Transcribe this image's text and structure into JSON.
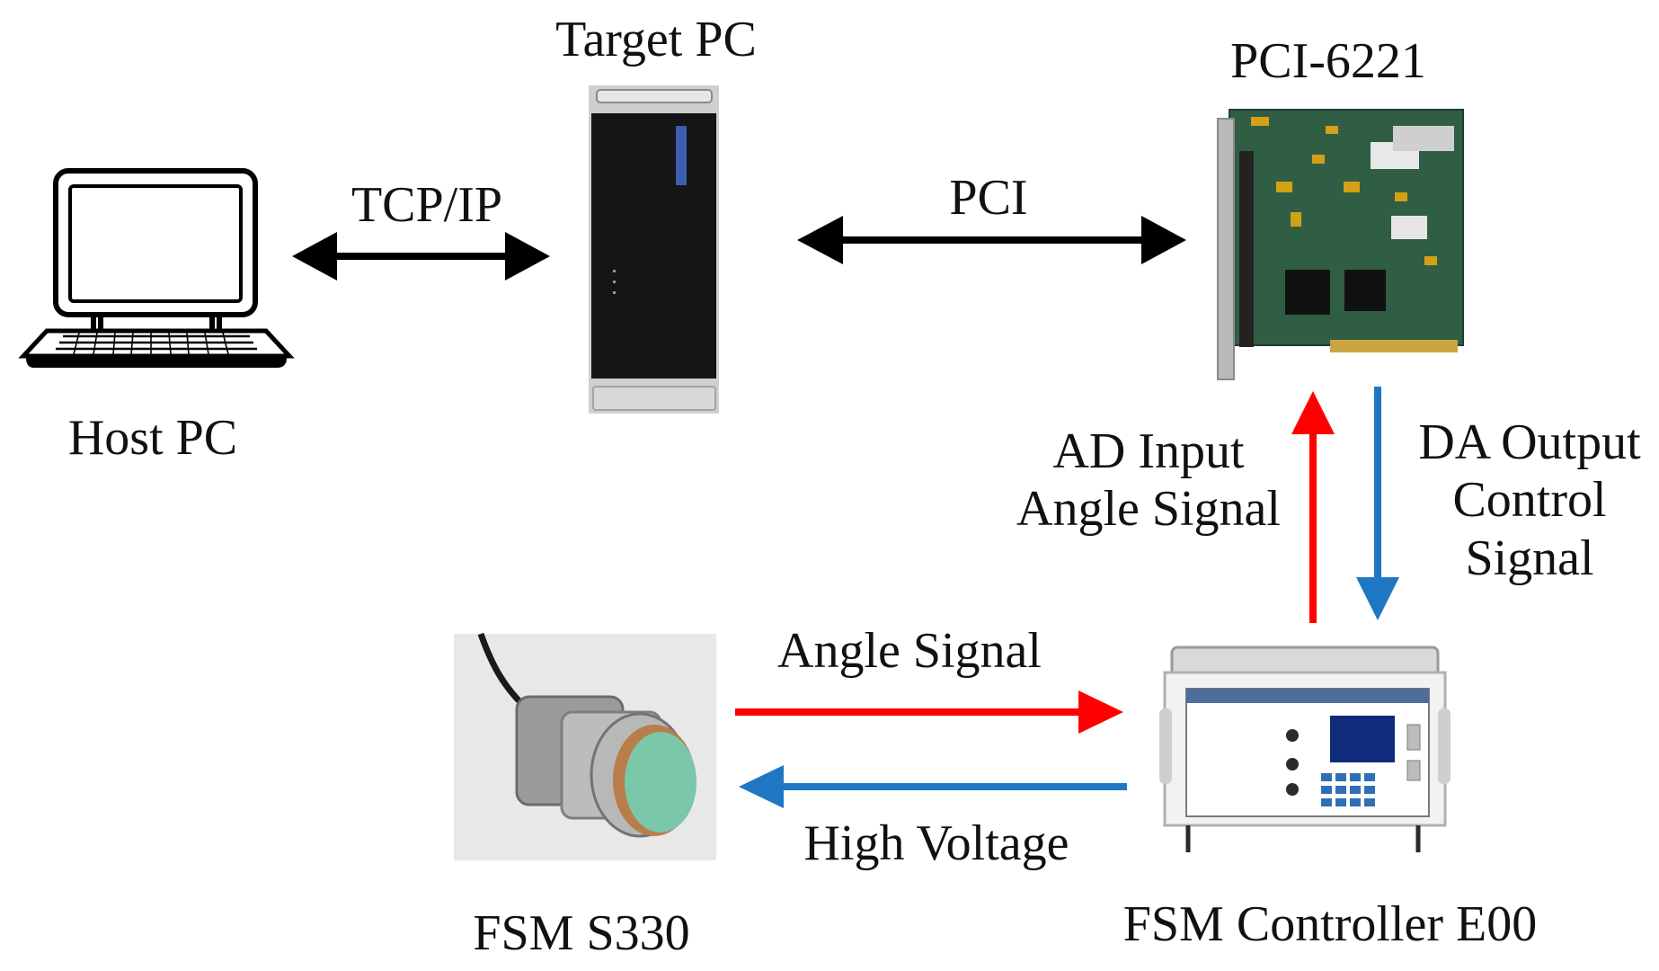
{
  "nodes": {
    "host_pc": "Host PC",
    "target_pc": "Target PC",
    "pci_card": "PCI-6221",
    "fsm": "FSM S330",
    "controller": "FSM Controller E00"
  },
  "links": {
    "tcp_ip": "TCP/IP",
    "pci": "PCI",
    "ad_input": {
      "line1": "AD Input",
      "line2": "Angle Signal"
    },
    "da_output": {
      "line1": "DA Output",
      "line2": "Control",
      "line3": "Signal"
    },
    "angle_signal": "Angle Signal",
    "high_voltage": "High Voltage"
  },
  "colors": {
    "black_arrow": "#000000",
    "red_arrow": "#ff0000",
    "blue_arrow": "#1f77c4"
  },
  "icons": {
    "host_pc": "laptop-icon",
    "target_pc": "tower-pc-photo",
    "pci_card": "pci-card-photo",
    "fsm": "fast-steering-mirror-photo",
    "controller": "controller-unit-photo"
  }
}
